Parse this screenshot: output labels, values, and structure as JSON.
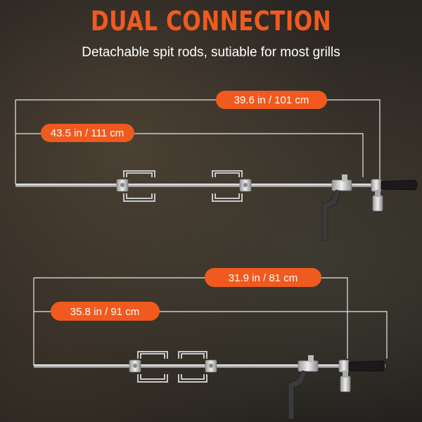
{
  "header": {
    "title": "DUAL CONNECTION",
    "subtitle": "Detachable spit rods, sutiable for most grills"
  },
  "colors": {
    "accent": "#f05a1e",
    "text": "#ffffff",
    "dimension_line": "#e8e8e8",
    "rod": "#d8d8d8",
    "handle": "#1a1a1a"
  },
  "kit_long": {
    "inner_label": "39.6 in / 101 cm",
    "outer_label": "43.5 in / 111 cm"
  },
  "kit_short": {
    "inner_label": "31.9 in / 81 cm",
    "outer_label": "35.8 in / 91 cm"
  }
}
